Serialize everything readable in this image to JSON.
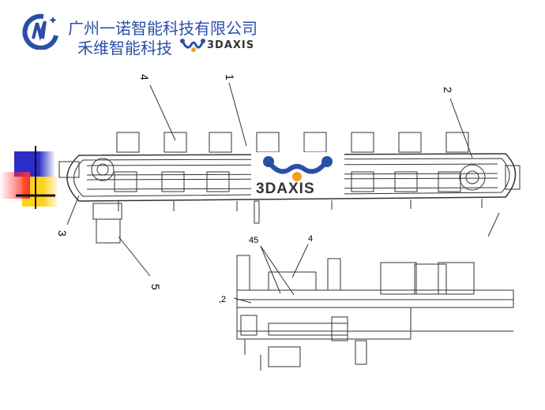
{
  "header": {
    "company_line1": "广州一诺智能科技有限公司",
    "company_line2": "禾维智能科技",
    "brand": "3DAXIS"
  },
  "watermark": {
    "brand": "3DAXIS"
  },
  "drawing": {
    "labels": [
      "4",
      "1",
      "2",
      "3",
      "5"
    ],
    "detail_labels": [
      "45",
      "4",
      ",2"
    ]
  },
  "colors": {
    "brand_blue": "#2a4fa8",
    "accent_orange": "#f0a020",
    "deco_blue": "#2c2cc8",
    "deco_yellow": "#ffd21e",
    "deco_red": "#ff3030"
  }
}
